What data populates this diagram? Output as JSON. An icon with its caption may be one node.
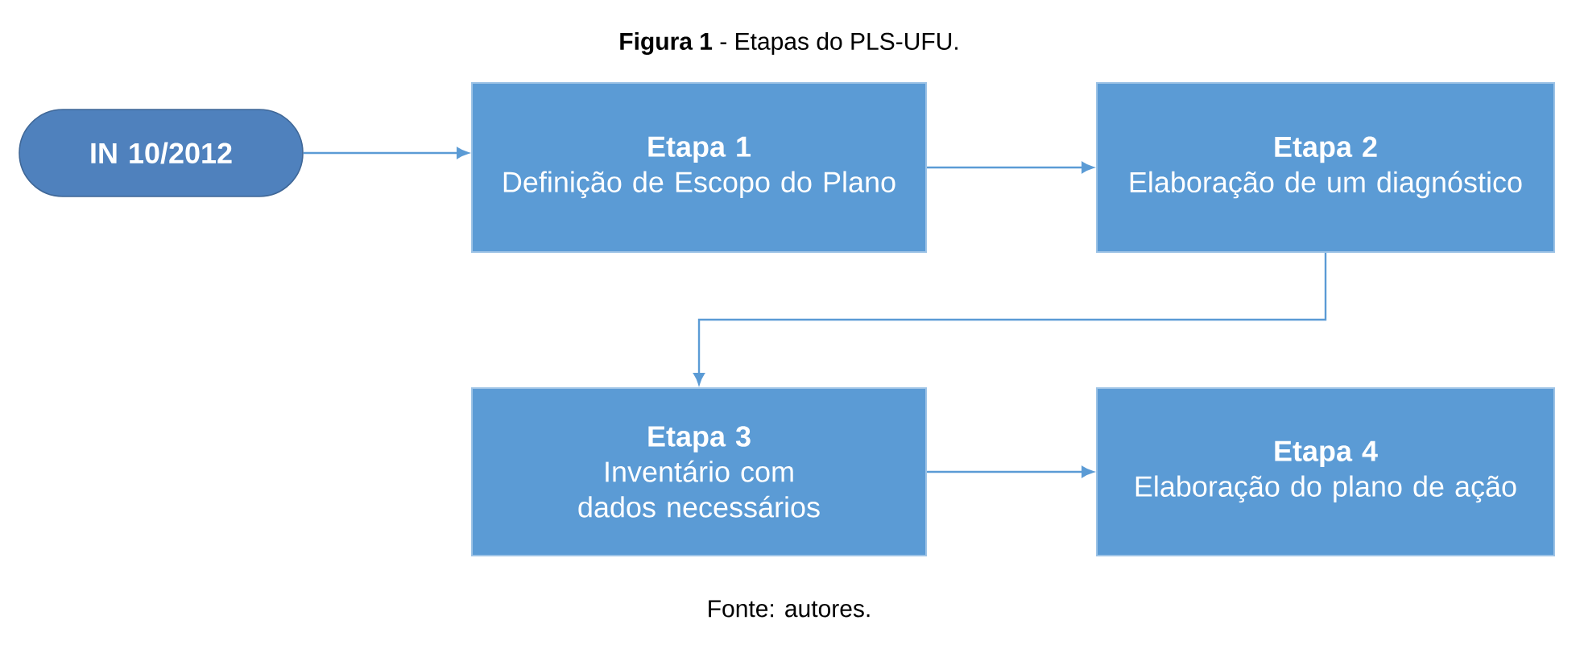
{
  "diagram": {
    "title": "**Figura 1** - Etapas do PLS-UFU.",
    "caption": "Fonte: autores.",
    "nodes": [
      {
        "text": [
          "IN 10/2012"
        ]
      },
      {
        "text": [
          "Etapa 1",
          "Definição de Escopo do Plano"
        ]
      },
      {
        "text": [
          "Etapa 2",
          "Elaboração de um diagnóstico"
        ]
      },
      {
        "text": [
          "Etapa 3",
          "Inventário com dados necessários"
        ]
      },
      {
        "text": [
          "Etapa 4",
          "Elaboração do plano de ação"
        ]
      }
    ],
    "edges": [
      {
        "from": 0,
        "to": 1,
        "arrow": "to"
      },
      {
        "from": 1,
        "to": 2,
        "arrow": "to"
      },
      {
        "from": 2,
        "to": 3,
        "arrow": "to"
      },
      {
        "from": 3,
        "to": 4,
        "arrow": "to"
      }
    ]
  }
}
